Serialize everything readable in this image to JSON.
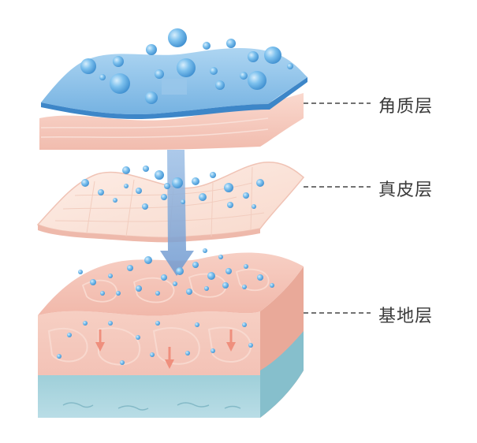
{
  "labels": {
    "stratum_corneum": "角质层",
    "dermis": "真皮层",
    "basal_layer": "基地层"
  },
  "colors": {
    "water_layer": "#7fb9e4",
    "water_edge": "#3d86c8",
    "droplet": "#6cb4e6",
    "skin_light": "#fbe2da",
    "skin_mid": "#f4c4b8",
    "skin_dark": "#e6a091",
    "basal_water": "#9fd0dc",
    "arrow_shaft": "#7da6d6",
    "down_arrow": "#ef8f7d",
    "leader": "#444444"
  },
  "icons": [
    "water-droplet",
    "down-arrow"
  ]
}
